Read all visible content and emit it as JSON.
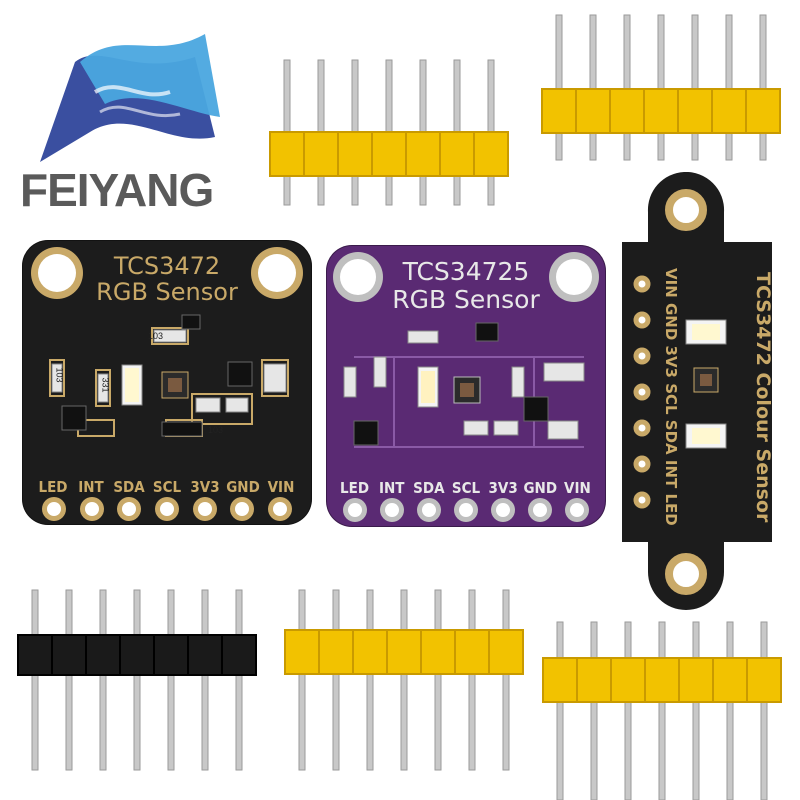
{
  "brand": {
    "name": "FEIYANG",
    "colors": {
      "logo_blue": "#3a4fa0",
      "logo_light": "#4aa6df",
      "text_gray": "#5a5a5a"
    }
  },
  "boards": [
    {
      "title_line1": "TCS3472",
      "title_line2": "RGB Sensor",
      "pins": [
        "LED",
        "INT",
        "SDA",
        "SCL",
        "3V3",
        "GND",
        "VIN"
      ]
    },
    {
      "title_line1": "TCS34725",
      "title_line2": "RGB Sensor",
      "pins": [
        "LED",
        "INT",
        "SDA",
        "SCL",
        "3V3",
        "GND",
        "VIN"
      ]
    },
    {
      "title": "TCS3472 Colour Sensor",
      "pins_text": "VIN GND 3V3 SCL SDA INT LED"
    }
  ],
  "component_labels": {
    "res_103": "103",
    "res_331": "331"
  },
  "colors": {
    "pcb_black": "#1c1c1c",
    "pcb_purple": "#5a2a73",
    "gold": "#c9a968",
    "header_yellow": "#f2c200",
    "header_black": "#1a1a1a",
    "pin_metal": "#c8c8c8"
  }
}
